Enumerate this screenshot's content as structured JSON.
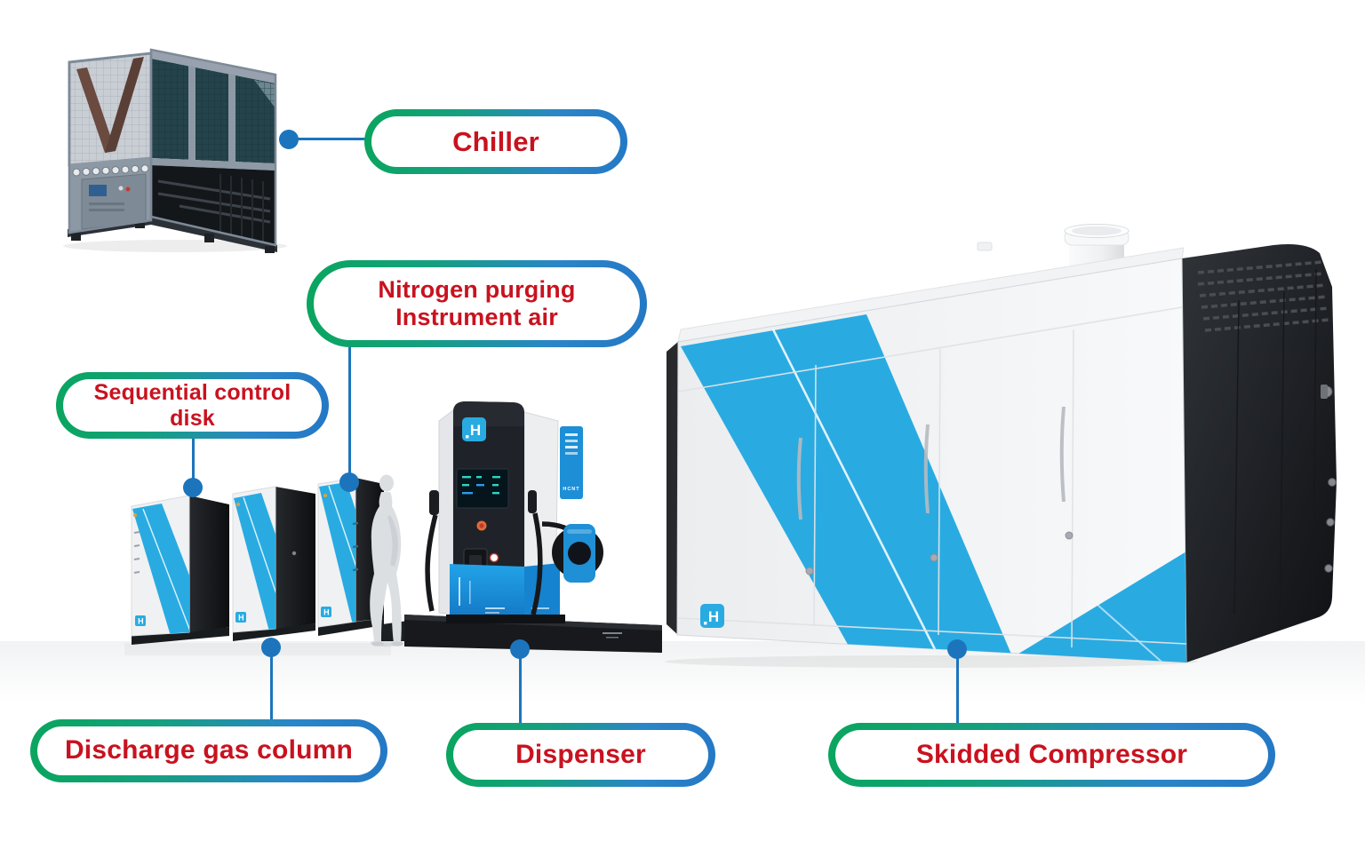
{
  "palette": {
    "background": "#ffffff",
    "stripe_blue": "#29abe2",
    "connector_blue": "#1c75bc",
    "label_red": "#c9121f",
    "pill_border_green": "#0aa55e",
    "pill_border_blue": "#2478c5"
  },
  "callouts": {
    "chiller": {
      "line1": "Chiller"
    },
    "nitrogen_purging": {
      "line1": "Nitrogen purging",
      "line2": "Instrument air"
    },
    "sequential_control": {
      "line1": "Sequential control",
      "line2": "disk"
    },
    "discharge_gas": {
      "line1": "Discharge gas column"
    },
    "dispenser": {
      "line1": "Dispenser"
    },
    "skidded_compressor": {
      "line1": "Skidded Compressor"
    }
  },
  "logos": {
    "brand_letter": "H",
    "dispenser_side_label": "HCNT"
  }
}
